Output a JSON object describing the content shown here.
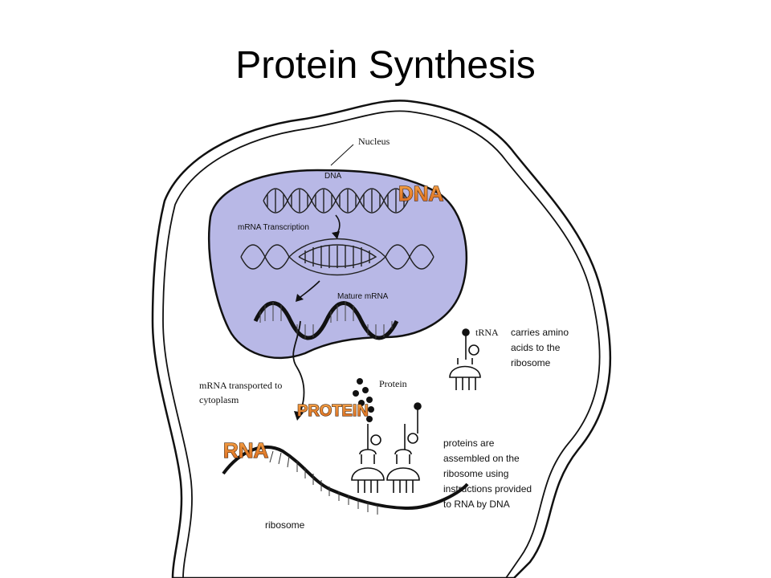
{
  "title": "Protein Synthesis",
  "labels": {
    "nucleus": "Nucleus",
    "dna_small": "DNA",
    "dna_big": "DNA",
    "mrna_transcription": "mRNA Transcription",
    "mature_mrna": "Mature mRNA",
    "trna": "tRNA",
    "trna_desc": [
      "carries amino",
      "acids to the",
      "ribosome"
    ],
    "protein_small": "Protein",
    "mrna_transport": [
      "mRNA transported to",
      "cytoplasm"
    ],
    "protein_big": "PROTEIN",
    "rna_big": "RNA",
    "assembly_desc": [
      "proteins are",
      "assembled on the",
      "ribosome using",
      "instructions provided",
      "to RNA by DNA"
    ],
    "ribosome": "ribosome"
  },
  "colors": {
    "nucleus_fill": "#b8b8e6",
    "accent_orange": "#f08a24",
    "outline": "#111111"
  }
}
